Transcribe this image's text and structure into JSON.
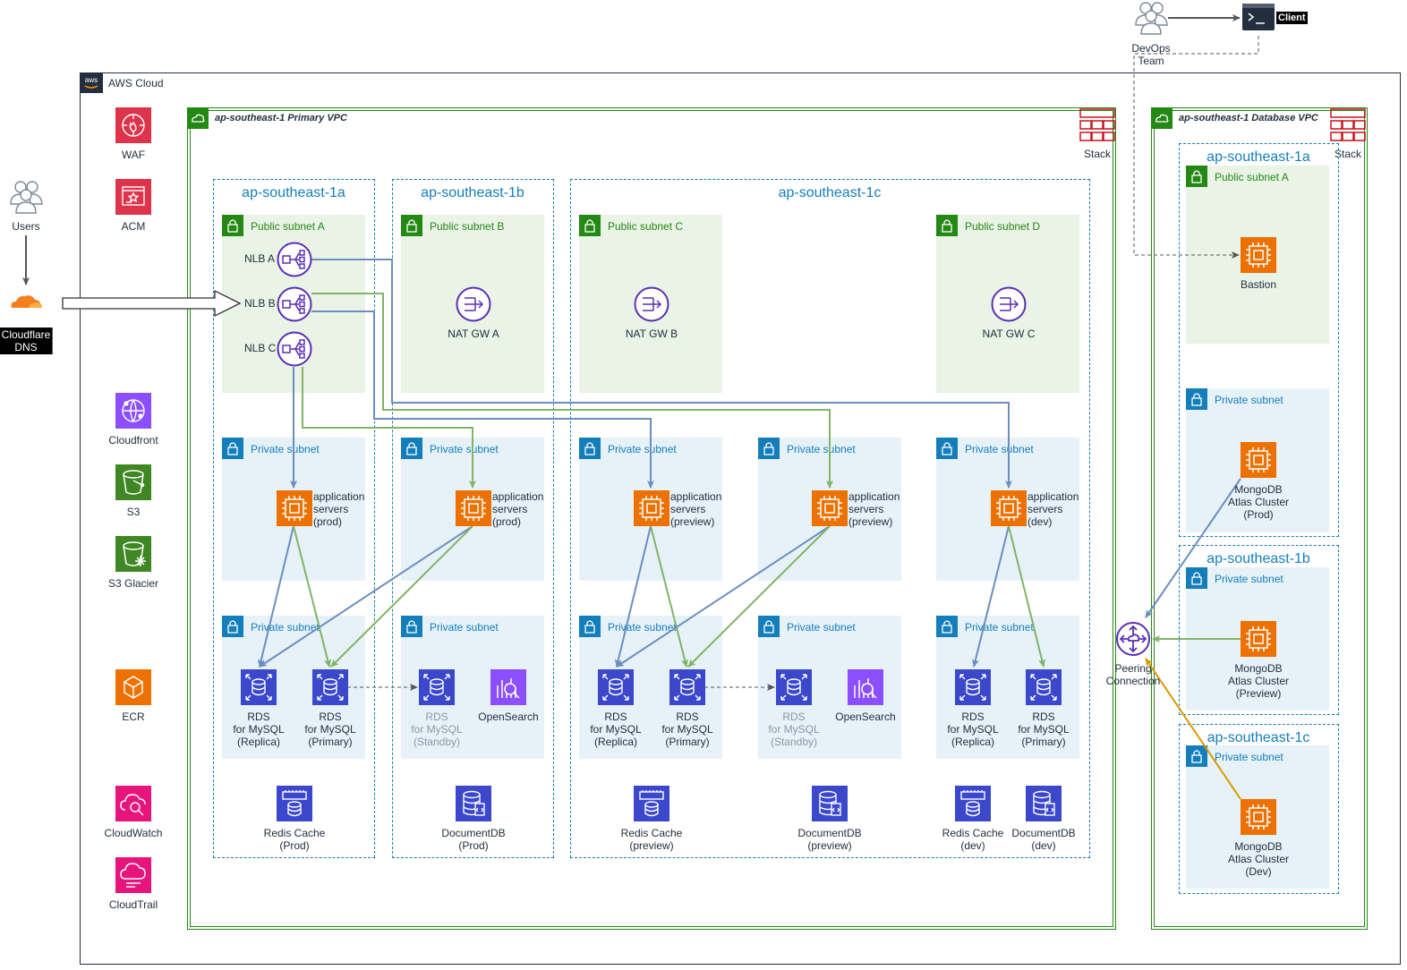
{
  "aws_cloud": {
    "label": "AWS Cloud"
  },
  "external": {
    "users": "Users",
    "cloudflare": "Cloudflare\nDNS",
    "devops": "DevOps\nTeam",
    "client": "Client"
  },
  "services": {
    "waf": "WAF",
    "acm": "ACM",
    "cloudfront": "Cloudfront",
    "s3": "S3",
    "s3_glacier": "S3 Glacier",
    "ecr": "ECR",
    "cloudwatch": "CloudWatch",
    "cloudtrail": "CloudTrail"
  },
  "primary_vpc": {
    "title": "ap-southeast-1 Primary VPC",
    "stack": "Stack",
    "az": [
      "ap-southeast-1a",
      "ap-southeast-1b",
      "ap-southeast-1c"
    ],
    "public_subnets": [
      "Public subnet A",
      "Public subnet B",
      "Public subnet C",
      "Public subnet D"
    ],
    "private_subnet": "Private subnet",
    "nlb": [
      "NLB A",
      "NLB B",
      "NLB C"
    ],
    "nat": [
      "NAT GW A",
      "NAT GW B",
      "NAT GW C"
    ],
    "app_servers": [
      "application\nservers\n(prod)",
      "application\nservers\n(prod)",
      "application\nservers\n(preview)",
      "application\nservers\n(preview)",
      "application\nservers\n(dev)"
    ],
    "rds_replica": "RDS\nfor MySQL\n(Replica)",
    "rds_primary": "RDS\nfor MySQL\n(Primary)",
    "rds_standby": "RDS\nfor MySQL\n(Standby)",
    "opensearch": "OpenSearch",
    "redis_prod": "Redis Cache\n(Prod)",
    "docdb_prod": "DocumentDB\n(Prod)",
    "redis_preview": "Redis Cache\n(preview)",
    "docdb_preview": "DocumentDB\n(preview)",
    "redis_dev": "Redis Cache\n(dev)",
    "docdb_dev": "DocumentDB\n(dev)"
  },
  "database_vpc": {
    "title": "ap-southeast-1 Database VPC",
    "stack": "Stack",
    "az": [
      "ap-southeast-1a",
      "ap-southeast-1b",
      "ap-southeast-1c"
    ],
    "public_subnet": "Public subnet A",
    "private_subnet": "Private subnet",
    "bastion": "Bastion",
    "mongo_prod": "MongoDB\nAtlas Cluster\n(Prod)",
    "mongo_preview": "MongoDB\nAtlas Cluster\n(Preview)",
    "mongo_dev": "MongoDB\nAtlas Cluster\n(Dev)",
    "peering": "Peering\nConnection"
  },
  "colors": {
    "vpc_green": "#248814",
    "az_blue": "#147eba",
    "public_bg": "#e9f3e6",
    "private_bg": "#e6f2f8",
    "compute_orange": "#ed7100",
    "database_blue": "#3b48cc",
    "network_purple": "#8c4fff",
    "security_red": "#dd344c",
    "storage_green": "#3f8624",
    "mgmt_pink": "#e7157b",
    "line_blue": "#6c8ebf",
    "line_green": "#82b366",
    "line_orange": "#d79b00"
  }
}
